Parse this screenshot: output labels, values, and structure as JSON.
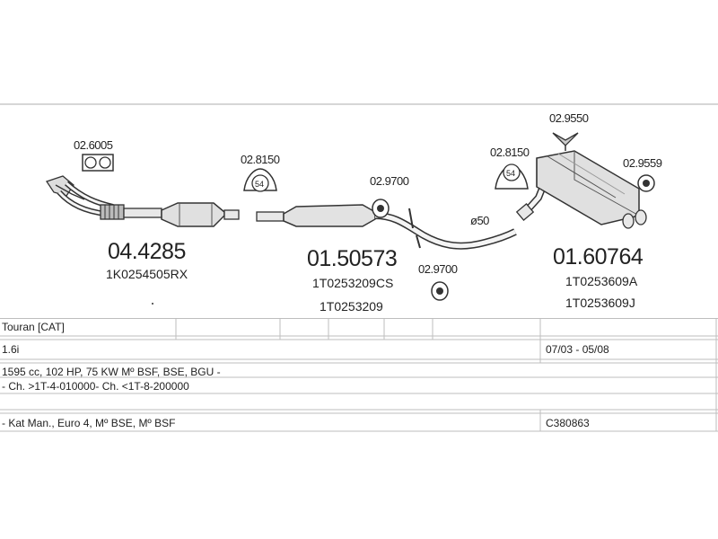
{
  "diagram": {
    "parts": {
      "cat_clamp": "02.6005",
      "cat_code": "04.4285",
      "cat_oem": "1K0254505RX",
      "gasket_1": "02.8150",
      "gasket_1_size": "54",
      "mid_clamp_1": "02.9700",
      "mid_code": "01.50573",
      "mid_oem_1": "1T0253209CS",
      "mid_oem_2": "1T0253209",
      "mid_clamp_2": "02.9700",
      "diameter": "ø50",
      "gasket_2": "02.8150",
      "gasket_2_size": "54",
      "rear_hanger_1": "02.9550",
      "rear_hanger_2": "02.9559",
      "rear_code": "01.60764",
      "rear_oem_1": "1T0253609A",
      "rear_oem_2": "1T0253609J"
    }
  },
  "table": {
    "model": "Touran  [CAT]",
    "engine": "1.6i",
    "years": "07/03 - 05/08",
    "spec": "1595 cc, 102 HP, 75 KW Mº BSF, BSE, BGU -",
    "chassis": "- Ch. >1T-4-010000- Ch. <1T-8-200000",
    "notes": "- Kat Man., Euro 4, Mº BSE, Mº BSF",
    "ref": "C380863"
  }
}
